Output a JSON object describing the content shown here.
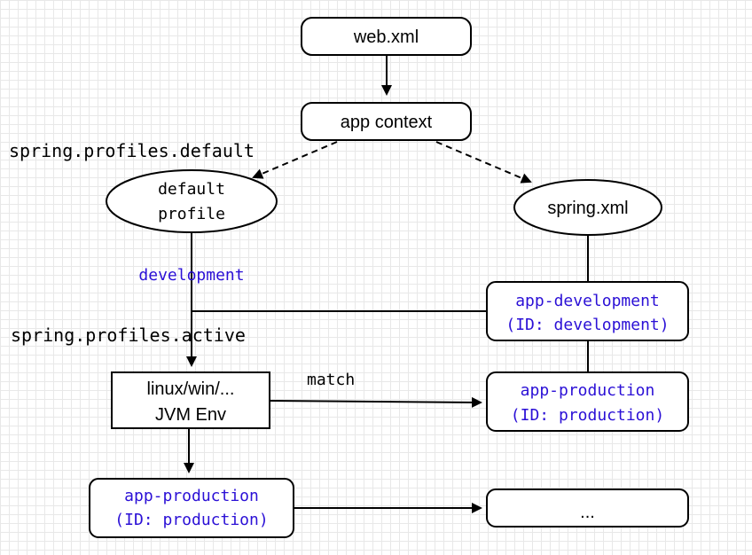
{
  "nodes": {
    "web_xml": "web.xml",
    "app_context": "app context",
    "default_profile": [
      "default",
      "profile"
    ],
    "spring_xml": "spring.xml",
    "app_development": [
      "app-development",
      "(ID: development)"
    ],
    "jvm_env": [
      "linux/win/...",
      "JVM Env"
    ],
    "app_production_right": [
      "app-production",
      "(ID: production)"
    ],
    "app_production_bottom": [
      "app-production",
      "(ID: production)"
    ],
    "ellipsis_box": "..."
  },
  "labels": {
    "spring_profiles_default": "spring.profiles.default",
    "development": "development",
    "spring_profiles_active": "spring.profiles.active",
    "match": "match"
  },
  "colors": {
    "accent_text": "#2b10d6",
    "grid": "#e8e8e8"
  }
}
